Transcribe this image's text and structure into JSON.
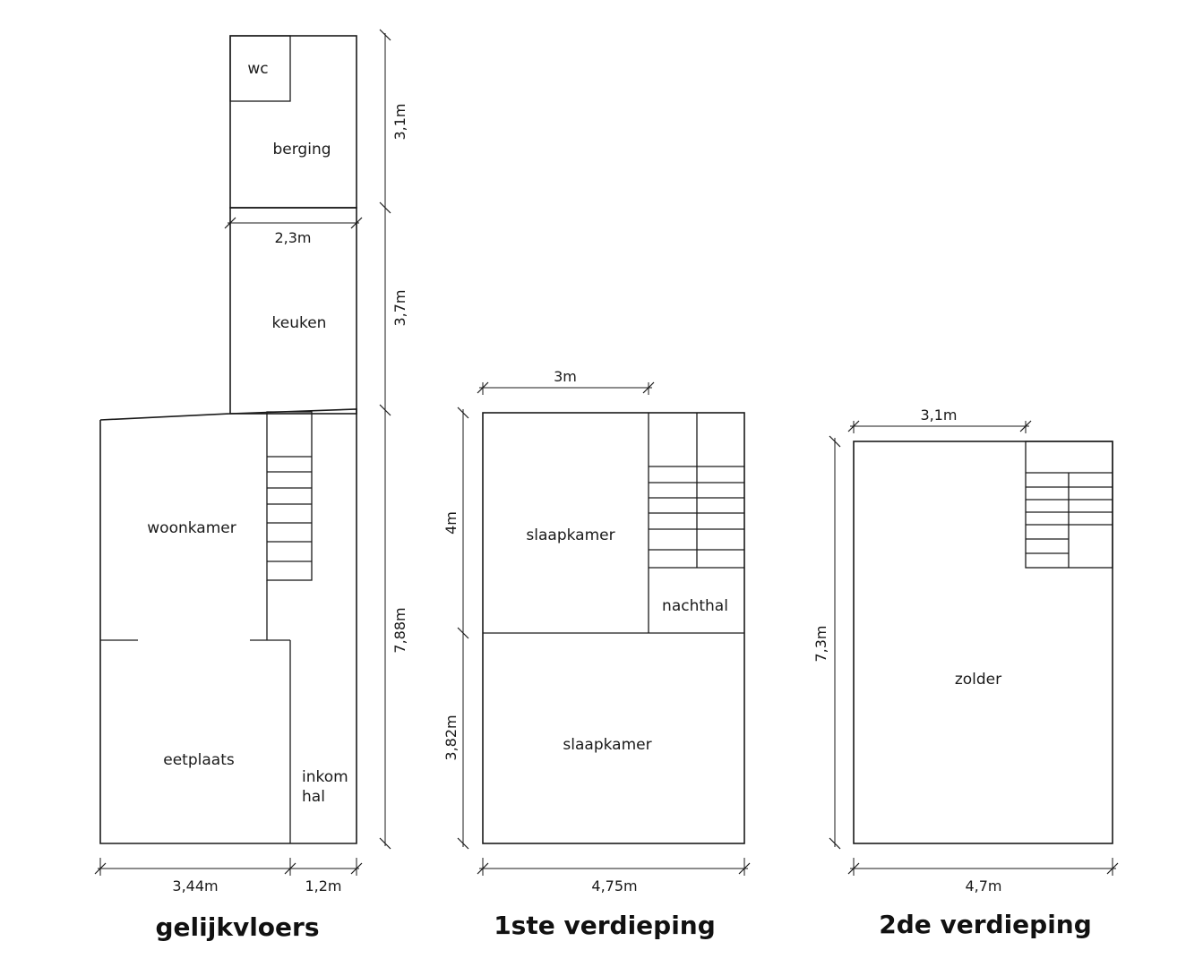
{
  "floors": {
    "ground": {
      "caption": "gelijkvloers",
      "rooms": {
        "wc": "wc",
        "berging": "berging",
        "keuken": "keuken",
        "woonkamer": "woonkamer",
        "eetplaats": "eetplaats",
        "inkom_line1": "inkom",
        "inkom_line2": "hal"
      },
      "dimensions": {
        "berging_height": "3,1m",
        "keuken_width": "2,3m",
        "keuken_height": "3,7m",
        "main_height": "7,88m",
        "eetplaats_width": "3,44m",
        "inkom_width": "1,2m"
      }
    },
    "first": {
      "caption": "1ste verdieping",
      "rooms": {
        "slaapkamer_front": "slaapkamer",
        "nachthal": "nachthal",
        "slaapkamer_back": "slaapkamer"
      },
      "dimensions": {
        "top_width": "3m",
        "upper_height": "4m",
        "lower_height": "3,82m",
        "total_width": "4,75m"
      }
    },
    "second": {
      "caption": "2de verdieping",
      "rooms": {
        "zolder": "zolder"
      },
      "dimensions": {
        "top_width": "3,1m",
        "total_height": "7,3m",
        "total_width": "4,7m"
      }
    }
  }
}
